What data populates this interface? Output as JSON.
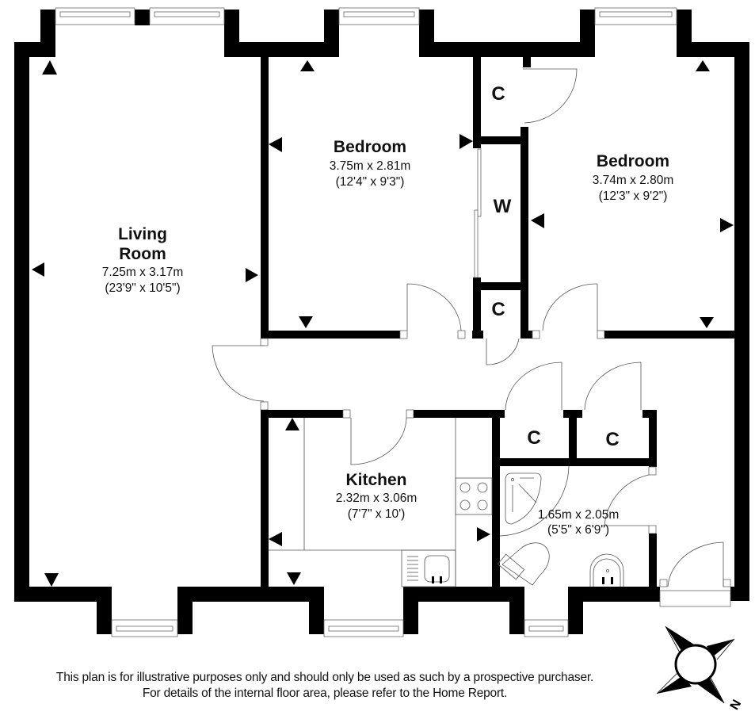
{
  "rooms": {
    "living_room": {
      "name_line1": "Living",
      "name_line2": "Room",
      "metric": "7.25m x 3.17m",
      "imperial": "(23'9\" x 10'5\")"
    },
    "bedroom_1": {
      "name": "Bedroom",
      "metric": "3.75m x 2.81m",
      "imperial": "(12'4\" x 9'3\")"
    },
    "bedroom_2": {
      "name": "Bedroom",
      "metric": "3.74m x 2.80m",
      "imperial": "(12'3\" x 9'2\")"
    },
    "kitchen": {
      "name": "Kitchen",
      "metric": "2.32m x 3.06m",
      "imperial": "(7'7\" x 10')"
    },
    "bathroom": {
      "metric": "1.65m x 2.05m",
      "imperial": "(5'5\" x 6'9\")"
    }
  },
  "cupboards": {
    "c_top": "C",
    "wardrobe": "W",
    "c_mid": "C",
    "c_hall_left": "C",
    "c_hall_right": "C"
  },
  "compass": {
    "north_label": "N"
  },
  "disclaimer": {
    "line1": "This plan is for illustrative purposes only and should only be used as such by a prospective purchaser.",
    "line2": "For details of the internal floor area, please refer to the Home Report."
  },
  "colors": {
    "wall": "#000000",
    "background": "#ffffff",
    "fixture_line": "#555555"
  }
}
